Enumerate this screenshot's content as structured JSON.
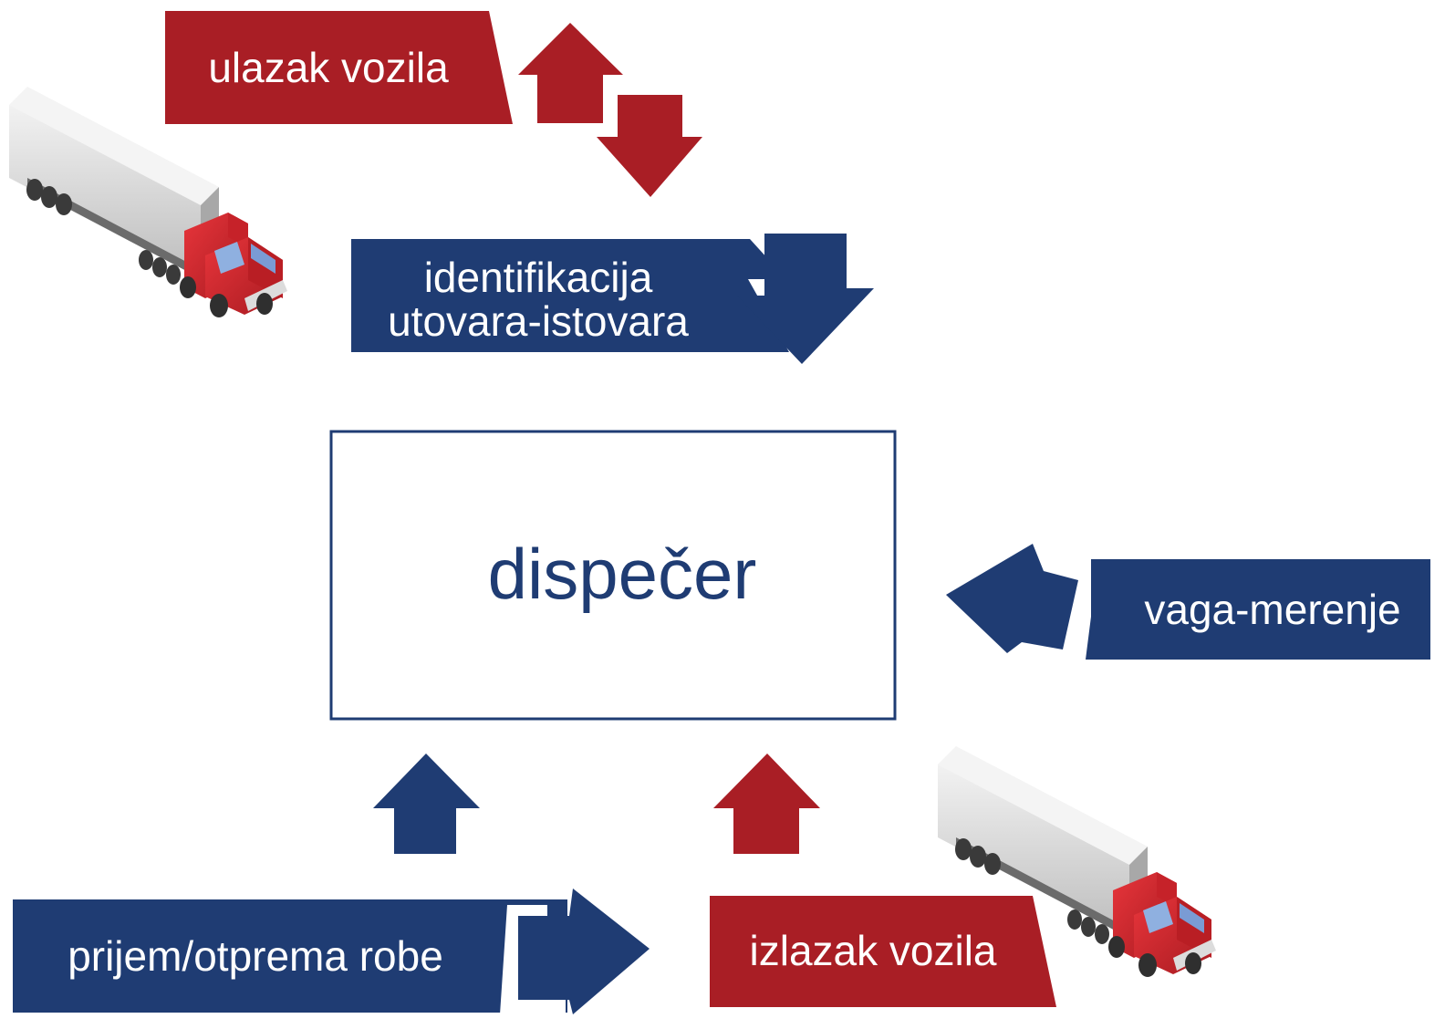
{
  "colors": {
    "red": "#a91e25",
    "blue": "#1f3c73",
    "box_border": "#1f3c73",
    "truck_cab": "#d4262d",
    "trailer": "#d9d9d9"
  },
  "center": {
    "label": "dispečer"
  },
  "steps": {
    "entry": {
      "label": "ulazak vozila"
    },
    "identification": {
      "line1": "identifikacija",
      "line2": "utovara-istovara"
    },
    "weighing": {
      "label": "vaga-merenje"
    },
    "goods": {
      "label": "prijem/otprema robe"
    },
    "exit": {
      "label": "izlazak vozila"
    }
  },
  "icons": {
    "truck": "truck-icon",
    "arrow_up": "arrow-up-icon",
    "arrow_down": "arrow-down-icon",
    "arrow_left": "arrow-left-icon",
    "arrow_right": "arrow-right-icon"
  }
}
